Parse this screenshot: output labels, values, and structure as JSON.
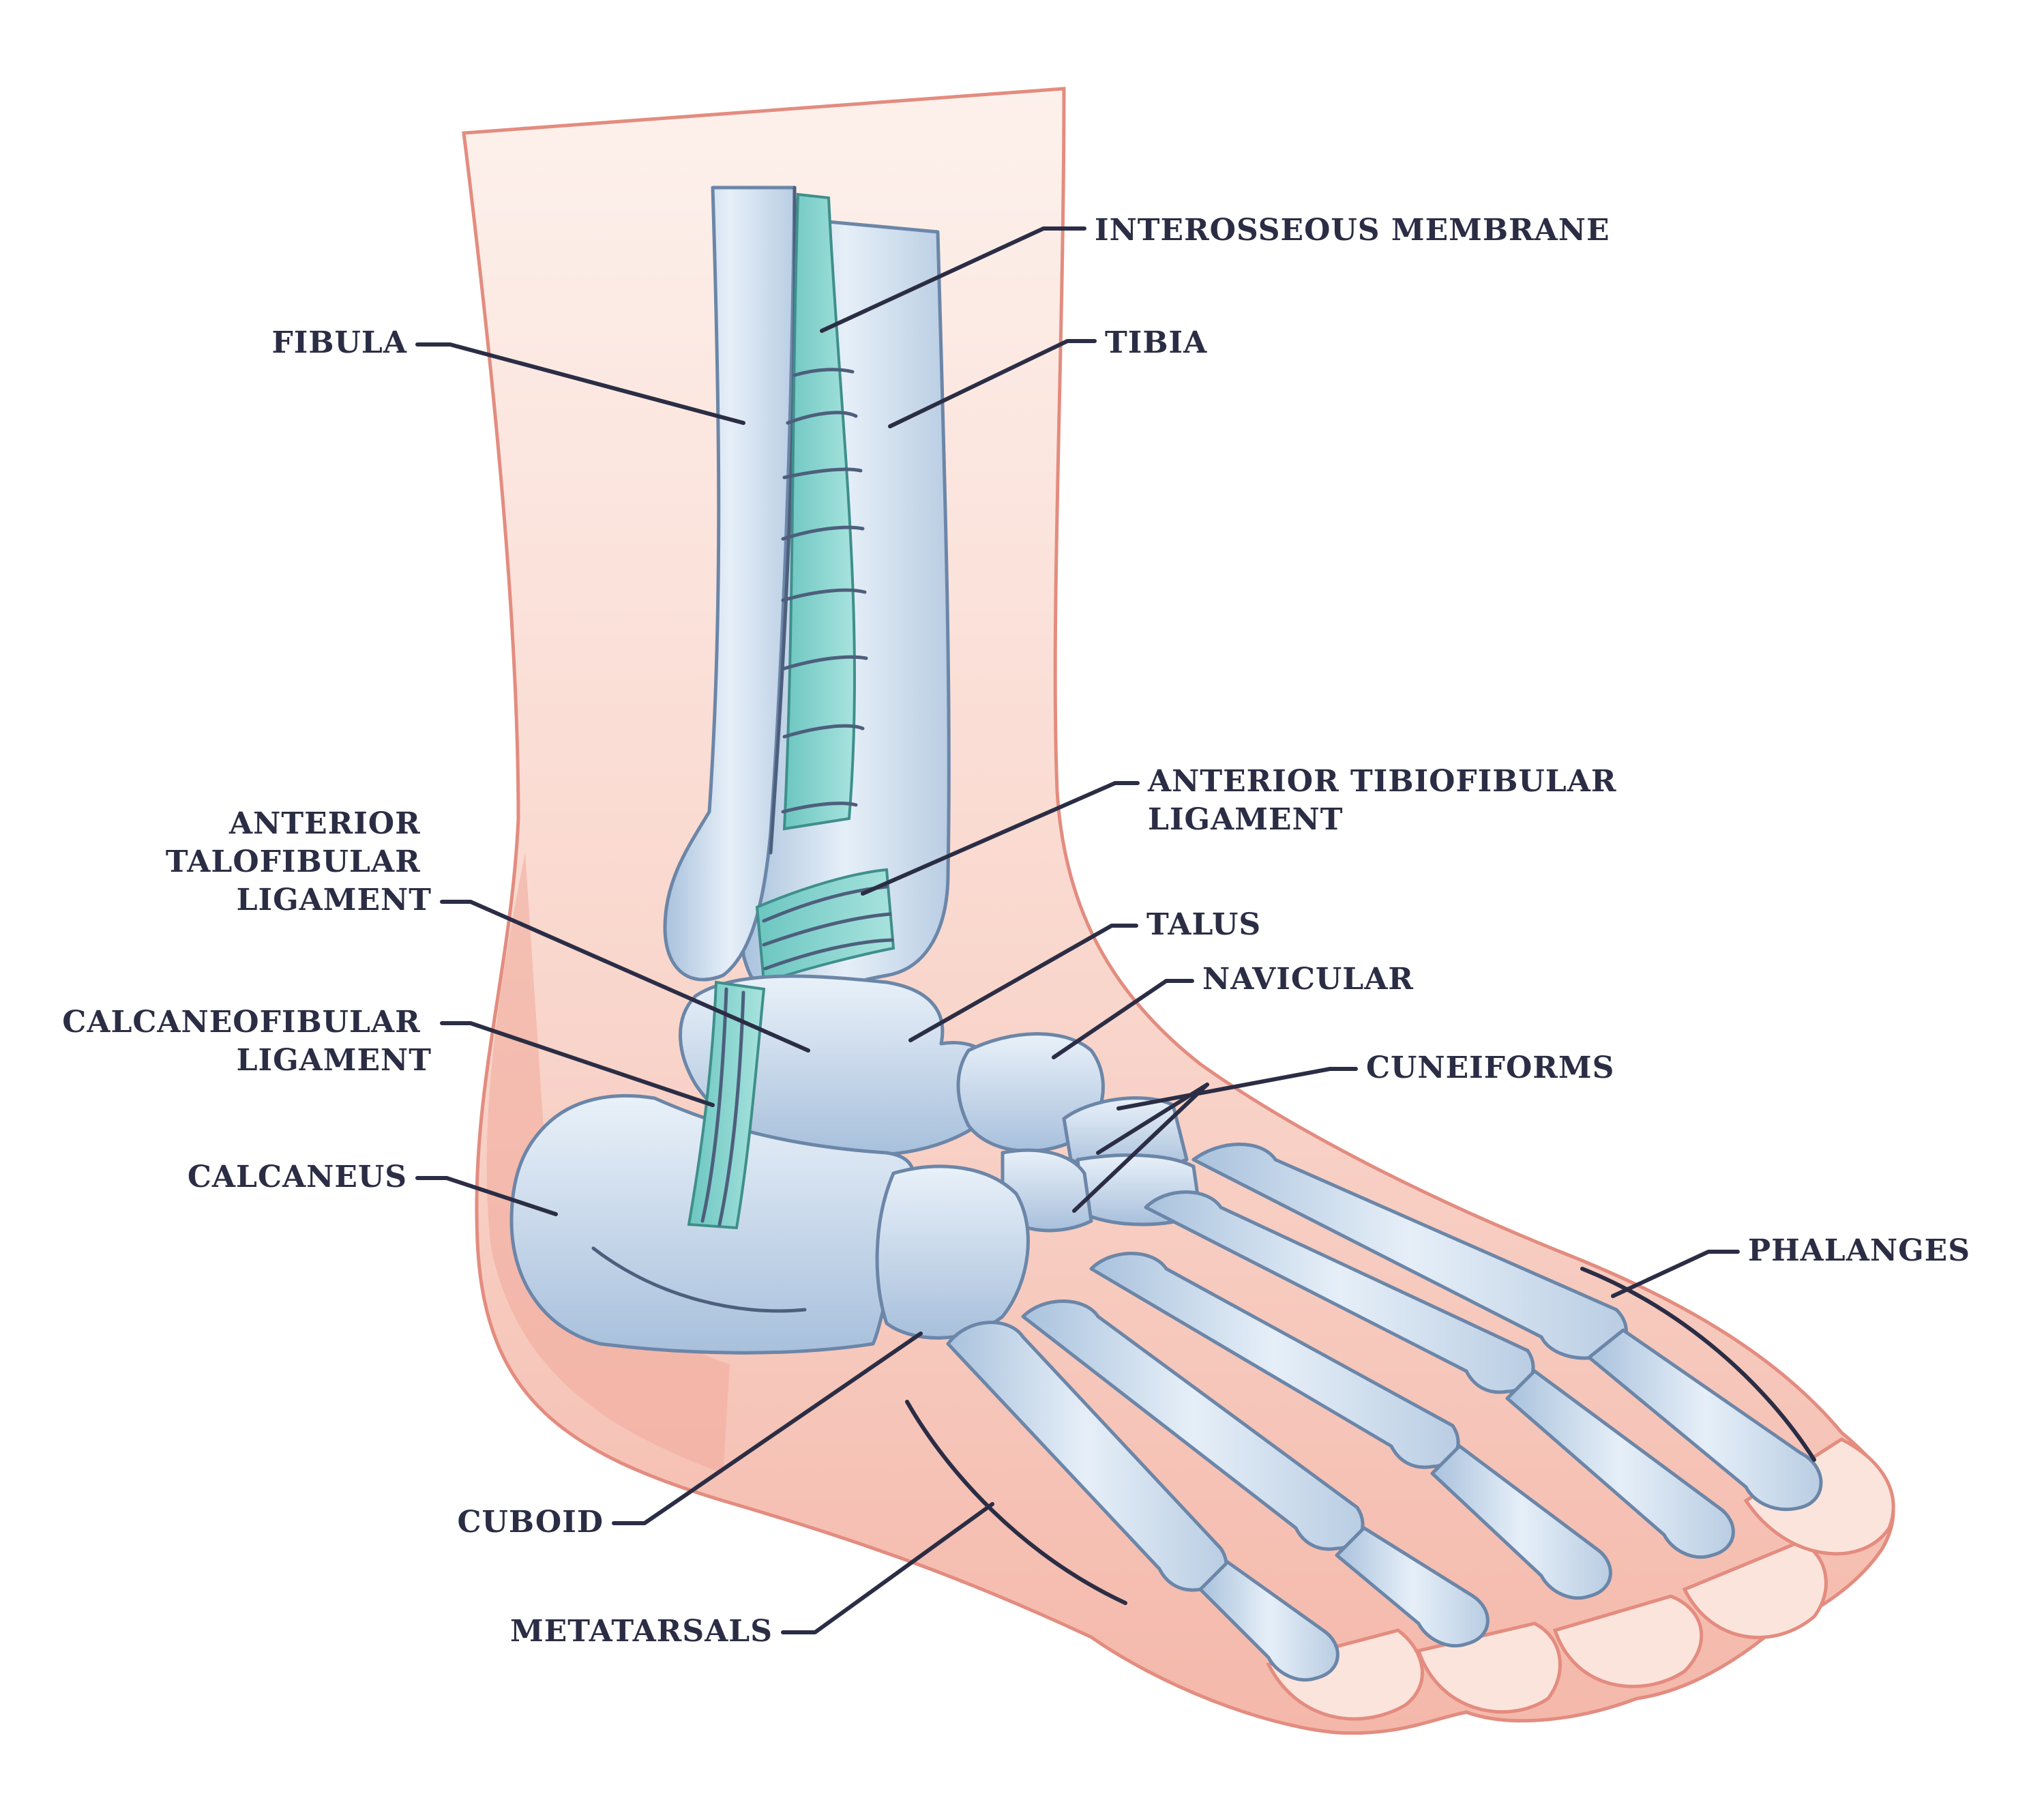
{
  "labels": {
    "interosseous_membrane": "INTEROSSEOUS MEMBRANE",
    "fibula": "FIBULA",
    "tibia": "TIBIA",
    "anterior_tibiofibular_ligament": [
      "ANTERIOR TIBIOFIBULAR",
      "LIGAMENT"
    ],
    "anterior_talofibular_ligament": [
      "ANTERIOR",
      "TALOFIBULAR",
      "LIGAMENT"
    ],
    "talus": "TALUS",
    "navicular": "NAVICULAR",
    "calcaneofibular_ligament": [
      "CALCANEOFIBULAR",
      "LIGAMENT"
    ],
    "cuneiforms": "CUNEIFORMS",
    "calcaneus": "CALCANEUS",
    "phalanges": "PHALANGES",
    "cuboid": "CUBOID",
    "metatarsals": "METATARSALS"
  },
  "colors": {
    "label_text": "#2b2d45",
    "skin_outline": "#e38c7f",
    "skin_fill": "#f7c9bd",
    "bone_fill": "#c9dbee",
    "bone_outline": "#6b86a8",
    "ligament_fill": "#7fd3cc"
  }
}
